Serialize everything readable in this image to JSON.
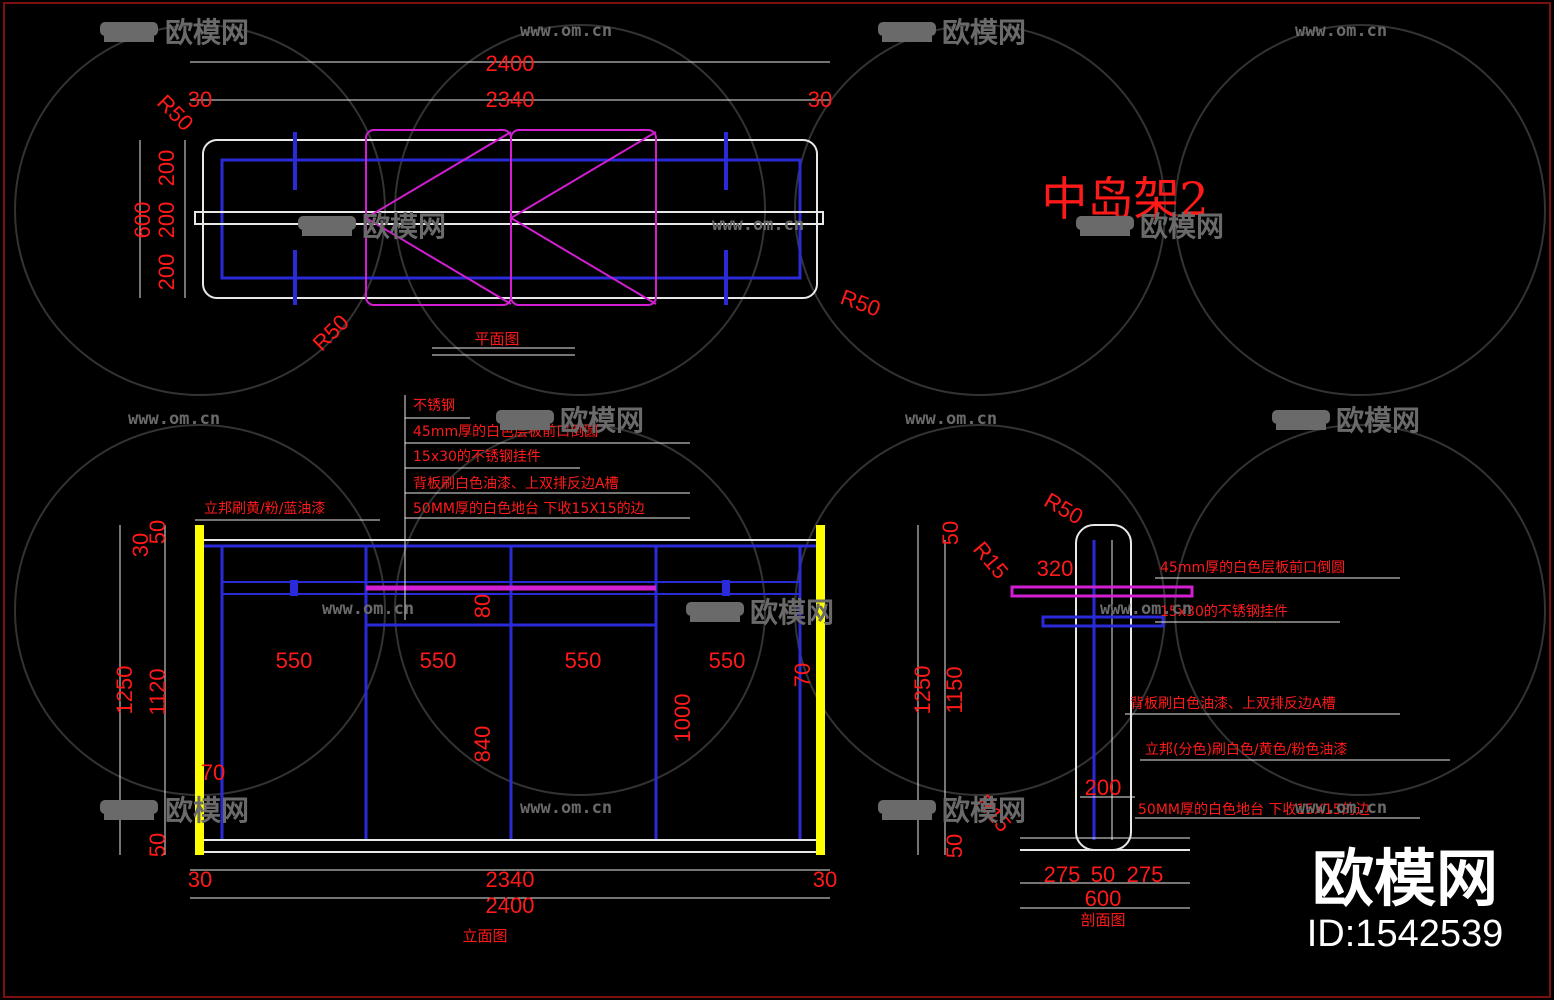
{
  "title": "中岛架2",
  "watermark": {
    "logo_text": "欧模网",
    "url": "www.om.cn"
  },
  "brand": {
    "name": "欧模网",
    "id": "ID:1542539"
  },
  "plan": {
    "caption": "平面图",
    "dims": {
      "total": "2400",
      "inner": "2340",
      "side_left": "30",
      "side_right": "30",
      "depth": "600",
      "seg1": "200",
      "seg2": "200",
      "seg3": "200",
      "r_tl": "R50",
      "r_br": "R50",
      "r_bl": "R50"
    }
  },
  "elevation": {
    "caption": "立面图",
    "notes": [
      "不锈钢",
      "45mm厚的白色层板前口倒圆",
      "15x30的不锈钢挂件",
      "背板刷白色油漆、上双排反边A槽",
      "50MM厚的白色地台 下收15X15的边"
    ],
    "left_note": "立邦刷黄/粉/蓝油漆",
    "dims": {
      "h_total": "1250",
      "h_inner": "1120",
      "top_a": "30",
      "top_b": "50",
      "bot": "50",
      "bay1": "550",
      "bay2": "550",
      "bay3": "550",
      "bay4": "550",
      "rail": "80",
      "h840": "840",
      "h1000": "1000",
      "left70": "70",
      "right70": "70",
      "bot_left": "30",
      "bot_mid": "2340",
      "bot_right": "30",
      "bot_total": "2400"
    }
  },
  "section": {
    "caption": "剖面图",
    "notes": [
      "45mm厚的白色层板前口倒圆",
      "15x30的不锈钢挂件",
      "背板刷白色油漆、上双排反边A槽",
      "立邦(分色)刷白色/黄色/粉色油漆",
      "50MM厚的白色地台 下收15X15的边"
    ],
    "dims": {
      "r50": "R50",
      "r15": "R15",
      "top50": "50",
      "w320": "320",
      "h1250": "1250",
      "h1150": "1150",
      "w200": "200",
      "r15b": "R15",
      "bot50": "50",
      "b275a": "275",
      "b50": "50",
      "b275b": "275",
      "b600": "600"
    }
  },
  "colors": {
    "outline": "#e8e8e8",
    "dim": "#ff1a1a",
    "shelf": "#2a2ad8",
    "rail": "#d11fd1",
    "panel": "#ffff00",
    "watermark": "#6a6a6a"
  }
}
